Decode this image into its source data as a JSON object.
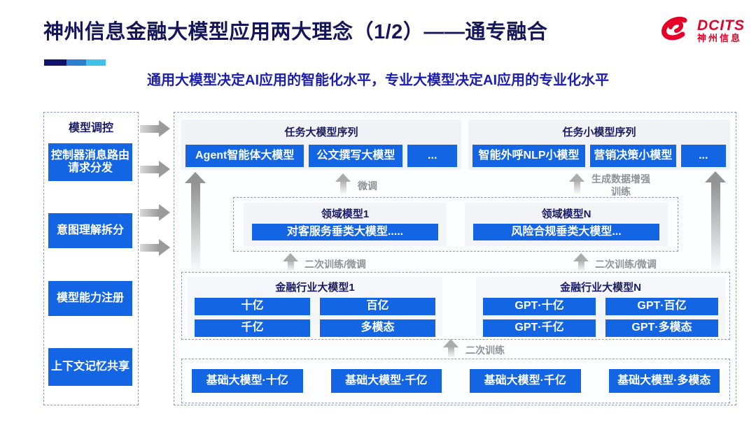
{
  "header": {
    "title": "神州信息金融大模型应用两大理念（1/2）——通专融合",
    "subtitle": "通用大模型决定AI应用的智能化水平，专业大模型决定AI应用的专业化水平",
    "logo": {
      "brand": "DCITS",
      "brand_cn": "神州信息"
    }
  },
  "sidebar": {
    "title": "模型调控",
    "items": [
      "控制器消息路由请求分发",
      "意图理解拆分",
      "模型能力注册",
      "上下文记忆共享"
    ]
  },
  "diagram": {
    "task_large": {
      "title": "任务大模型序列",
      "items": [
        "Agent智能体大模型",
        "公文撰写大模型",
        "..."
      ]
    },
    "task_small": {
      "title": "任务小模型序列",
      "items": [
        "智能外呼NLP小模型",
        "营销决策小模型",
        "..."
      ]
    },
    "labels": {
      "fine_tune": "微调",
      "gen_data_training": "生成数据增强训练",
      "retrain_ft_left": "二次训练/微调",
      "retrain_ft_right": "二次训练/微调",
      "retrain": "二次训练"
    },
    "domain": {
      "cols": [
        {
          "title": "领域模型1",
          "item": "对客服务垂类大模型....."
        },
        {
          "title": "领域模型N",
          "item": "风险合规垂类大模型..."
        }
      ]
    },
    "industry": {
      "cols": [
        {
          "title": "金融行业大模型1",
          "items": [
            "十亿",
            "百亿",
            "千亿",
            "多模态"
          ]
        },
        {
          "title": "金融行业大模型N",
          "items": [
            "GPT·十亿",
            "GPT·百亿",
            "GPT·千亿",
            "GPT·多模态"
          ]
        }
      ]
    },
    "base": {
      "items": [
        "基础大模型·十亿",
        "基础大模型·千亿",
        "基础大模型·千亿",
        "基础大模型·多模态"
      ]
    }
  },
  "colors": {
    "accent_blue": "#1365e4",
    "navy": "#1b1b63",
    "brand_red": "#e60028"
  }
}
